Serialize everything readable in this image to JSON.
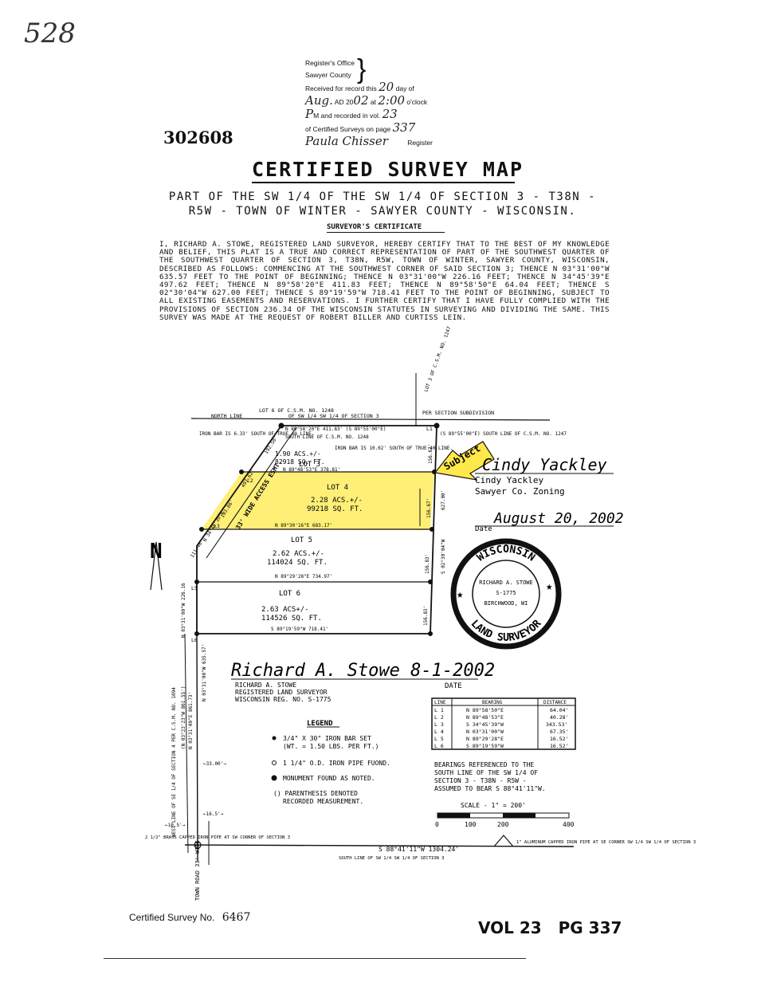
{
  "page_note": "528",
  "register": {
    "lines": [
      "Register's Office",
      "Sawyer County",
      "Received for record this",
      "day of",
      "AD 20",
      "at",
      "o'clock",
      "M and recorded in vol.",
      "of Certified Surveys on page",
      "Register"
    ],
    "day": "20",
    "month": "Aug.",
    "year": "02",
    "time": "2:00",
    "ampm": "P",
    "vol": "23",
    "page": "337",
    "signature": "Paula Chisser"
  },
  "document_number": "302608",
  "title": "CERTIFIED SURVEY MAP",
  "subtitle_line1": "PART OF THE SW 1/4 OF THE SW 1/4 OF SECTION 3 - T38N -",
  "subtitle_line2": "R5W - TOWN OF WINTER - SAWYER COUNTY - WISCONSIN.",
  "certificate_heading": "SURVEYOR'S CERTIFICATE",
  "certificate_text": "I, RICHARD A. STOWE, REGISTERED LAND SURVEYOR, HEREBY CERTIFY THAT TO THE BEST OF MY KNOWLEDGE AND BELIEF, THIS PLAT IS A TRUE AND CORRECT REPRESENTATION OF PART OF THE SOUTHWEST QUARTER OF THE SOUTHWEST QUARTER OF SECTION 3, T38N, R5W, TOWN OF WINTER, SAWYER COUNTY, WISCONSIN, DESCRIBED AS FOLLOWS: COMMENCING AT THE SOUTHWEST CORNER OF SAID SECTION 3; THENCE N 03°31'00\"W 635.57 FEET TO THE POINT OF BEGINNING; THENCE N 03°31'00\"W 226.16 FEET; THENCE N 34°45'39\"E 497.62 FEET; THENCE N 89°58'20\"E 411.83 FEET; THENCE N 89°58'50\"E 64.04 FEET; THENCE S 02°30'04\"W 627.00 FEET; THENCE S 89°19'59\"W 718.41 FEET TO THE POINT OF BEGINNING, SUBJECT TO ALL EXISTING EASEMENTS AND RESERVATIONS. I FURTHER CERTIFY THAT I HAVE FULLY COMPLIED WITH THE PROVISIONS OF SECTION 236.34 OF THE WISCONSIN STATUTES IN SURVEYING AND DIVIDING THE SAME. THIS SURVEY WAS MADE AT THE REQUEST OF ROBERT BILLER AND CURTISS LEIN.",
  "map": {
    "top_label_lot": "LOT 6 OF C.S.M. NO. 1248",
    "north_line": "NORTH LINE",
    "north_line_of": "OF SW 1/4 SW 1/4 OF SECTION 3",
    "per_section": "PER SECTION SUBDIVISION",
    "lot3_csm": "LOT 3 OF C.S.M. NO. 1247",
    "top_bearing": "N 89°58'20\"E 411.83' (S 89°55'00\"E)",
    "south_line_1248": "SOUTH LINE OF C.S.M. NO. 1248",
    "south_line_1247": "(S 89°55'00\"E) SOUTH LINE OF C.S.M. NO. 1247",
    "iron_bar_left": "IRON BAR IS 6.33' SOUTH OF TRUE 40 LINE.",
    "iron_bar_right": "IRON BAR IS 10.02' SOUTH OF TRUE 40 LINE.",
    "l1": "L1",
    "l2": "L2",
    "l3": "L3",
    "l4": "L4",
    "l5": "L5",
    "l6": "L6",
    "dim_192": "192.58'",
    "dim_497": "497.62'",
    "dim_193": "193.86'",
    "dim_111": "111.46'",
    "dim_156_67": "156.67'",
    "dim_156_67b": "156.67'",
    "dim_156_83": "156.83'",
    "dim_156_83b": "156.83'",
    "dim_627": "627.00'",
    "bearing_se": "S 02°30'04\"W",
    "bearing_ne": "N 34°45'39\"E",
    "lot3": {
      "name": "LOT 3",
      "area1": "1.90 ACS.+/-",
      "area2": "82918 SQ. FT."
    },
    "line_lot3_4": "N 89°48'53\"E 378.81'",
    "lot4": {
      "name": "LOT 4",
      "area1": "2.28 ACS.+/-",
      "area2": "99218 SQ. FT."
    },
    "line_lot4_5": "N 89°30'16\"E 683.17'",
    "lot5": {
      "name": "LOT 5",
      "area1": "2.62 ACS.+/-",
      "area2": "114024 SQ. FT."
    },
    "line_lot5_6": "N 89°29'28\"E 734.97'",
    "lot6": {
      "name": "LOT 6",
      "area1": "2.63 ACS+/-",
      "area2": "114526 SQ. FT."
    },
    "line_bottom": "S 89°19'59\"W 718.41'",
    "access": "33' WIDE ACCESS ESMT.",
    "west_bearing": "N 03°31'00\"W 226.16",
    "west_line_label": "WEST LINE OF SE 1/4 OF SECTION 4 PER C.S.M. NO. 1094",
    "west_bearing2": "(N 03°23'23\"W 861.55')",
    "west_bearing3": "N 03°31'00\"E 861.73'",
    "west_bearing4": "N 03°31'00\"W 635.57'",
    "dim_33": "←33.00'→",
    "dim_16_5a": "←16.5'→",
    "dim_16_5b": "←10.5'→",
    "sw_corner": "2 1/2\" BRASS CAPPED IRON PIPE AT SW CORNER OF SECTION 3",
    "town_road": "TOWN ROAD 33' WIDE",
    "bottom_bearing": "S 88°41'11\"W 1304.24'",
    "bottom_line": "SOUTH LINE OF SW 1/4 SW 1/4 OF SECTION 3",
    "se_corner": "1\" ALUMINUM CAPPED IRON PIPE AT SE CORNER SW 1/4 SW 1/4 OF SECTION 3",
    "north_letter": "N"
  },
  "subject_label": "Subject",
  "zoning": {
    "signature": "Cindy Yackley",
    "name": "Cindy Yackley",
    "office": "Sawyer Co. Zoning",
    "date": "August 20, 2002",
    "date_label": "Date"
  },
  "seal": {
    "top": "WISCONSIN",
    "bottom": "LAND SURVEYOR",
    "name": "RICHARD A. STOWE",
    "number": "S-1775",
    "city": "BIRCHWOOD, WI"
  },
  "surveyor": {
    "signature": "Richard A. Stowe 8-1-2002",
    "name": "RICHARD A. STOWE",
    "title": "REGISTERED LAND SURVEYOR",
    "reg": "WISCONSIN REG. NO. S-1775",
    "date_label": "DATE"
  },
  "legend": {
    "title": "LEGEND",
    "items": [
      "3/4\" X 30\" IRON BAR SET",
      "(WT. = 1.50 LBS. PER FT.)",
      "1 1/4\" O.D. IRON PIPE FUOND.",
      "MONUMENT FOUND AS NOTED.",
      "() PARENTHESIS DENOTED",
      "RECORDED MEASUREMENT."
    ]
  },
  "line_table": {
    "headers": [
      "LINE",
      "BEARING",
      "DISTANCE"
    ],
    "rows": [
      [
        "L 1",
        "N 89°58'50\"E",
        "64.04'"
      ],
      [
        "L 2",
        "N 89°48'53\"E",
        "40.28'"
      ],
      [
        "L 3",
        "S 34°45'39\"W",
        "343.53'"
      ],
      [
        "L 4",
        "N 03°31'00\"W",
        "67.35'"
      ],
      [
        "L 5",
        "N 89°29'28\"E",
        "16.52'"
      ],
      [
        "L 6",
        "S 89°19'59\"W",
        "16.52'"
      ]
    ]
  },
  "bearings_note": [
    "BEARINGS REFERENCED TO THE",
    "SOUTH LINE OF THE SW 1/4 OF",
    "SECTION 3 - T38N - R5W -",
    "ASSUMED TO BEAR S 88°41'11\"W."
  ],
  "scale": {
    "label": "SCALE - 1\" = 200'",
    "ticks": [
      "0",
      "100",
      "200",
      "400"
    ]
  },
  "footer": {
    "cert_label": "Certified Survey No.",
    "cert_number": "6467",
    "vol": "VOL 23",
    "pg": "PG 337"
  }
}
